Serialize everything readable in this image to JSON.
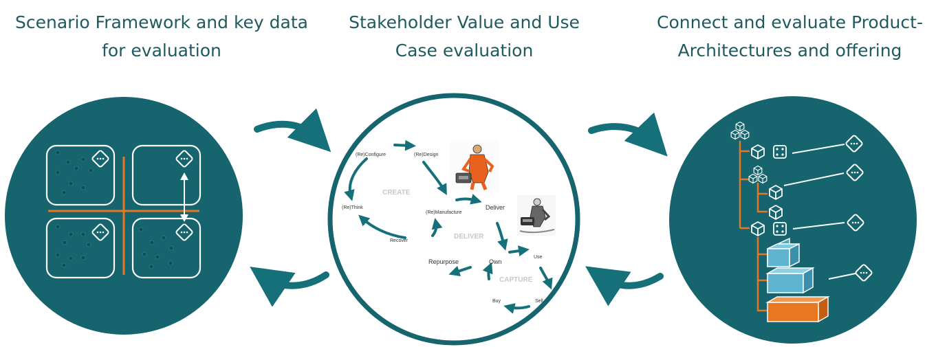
{
  "headings": {
    "left": [
      "Scenario Framework and key data",
      "for evaluation"
    ],
    "middle": [
      "Stakeholder Value and Use",
      "Case evaluation"
    ],
    "right": [
      "Connect and evaluate Product-",
      "Architectures and offering"
    ]
  },
  "cycle": {
    "phases": {
      "create": "CREATE",
      "deliver": "DELIVER",
      "capture": "CAPTURE"
    },
    "steps": {
      "reconfigure": "(Re)Configure",
      "redesign": "(Re)Design",
      "rethink": "(Re)Think",
      "remanufacture": "(Re)Manufacture",
      "deliver": "Deliver",
      "recover": "Recover",
      "repurpose": "Repurpose",
      "own": "Own",
      "use": "Use",
      "buy": "Buy",
      "sell": "Sell"
    }
  },
  "colors": {
    "teal_dark": "#15646e",
    "teal_arrow": "#16707a",
    "orange": "#e87722",
    "light_blue": "#5fb5d0",
    "heading_text": "#1f5a5e",
    "phase_label": "#c8c8c8"
  },
  "icons": {
    "node": "diamond-ellipsis-icon",
    "cube": "cube-icon",
    "cube_cluster": "cube-cluster-icon",
    "dice": "dice-icon",
    "person": "worker-figure-icon"
  }
}
